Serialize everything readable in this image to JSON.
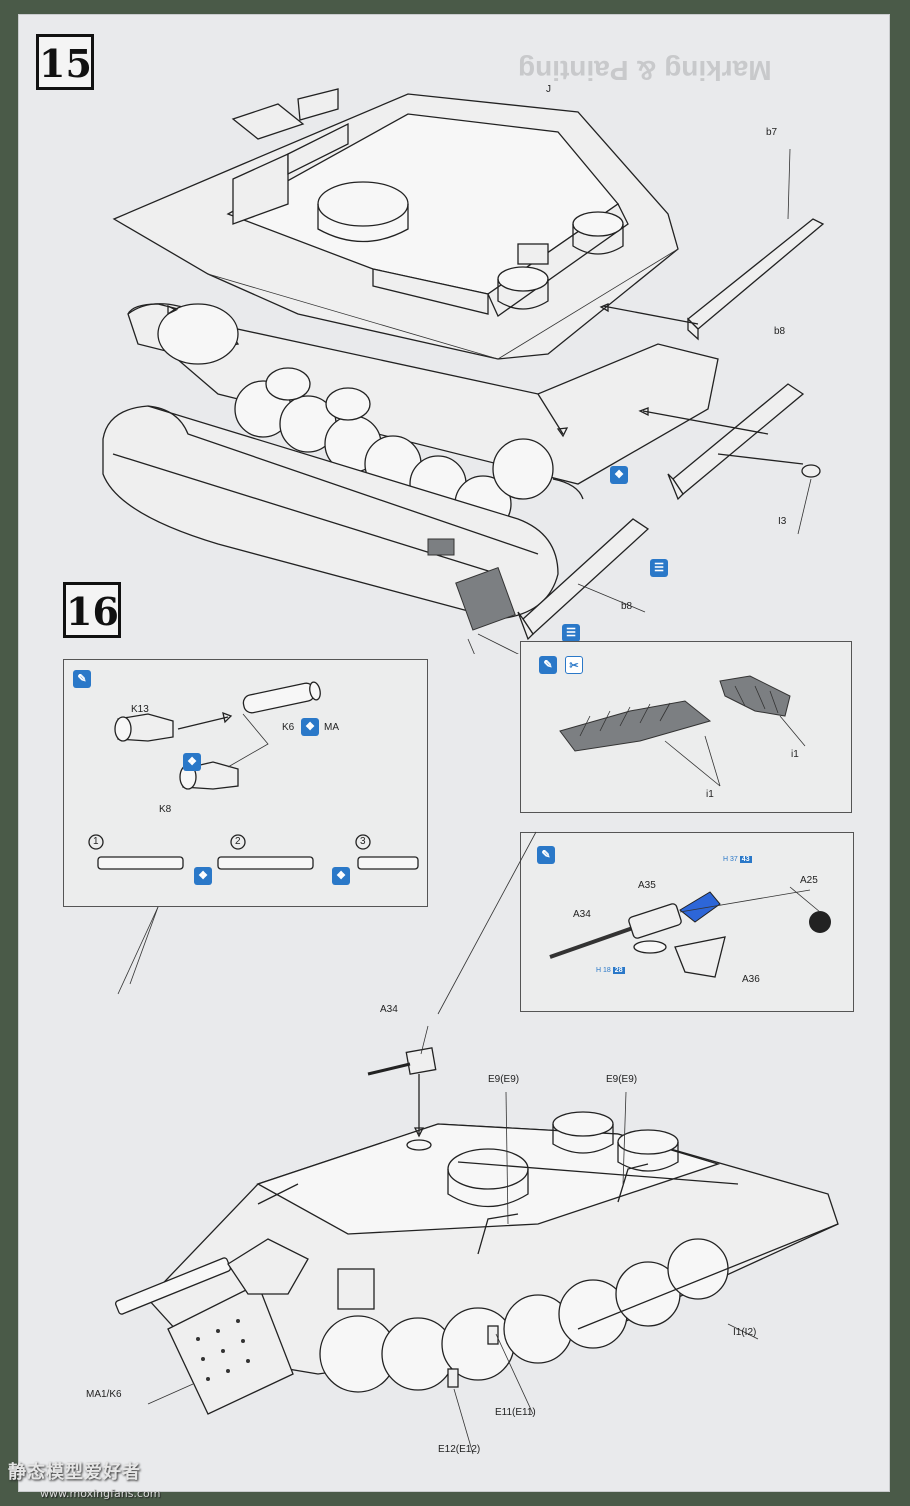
{
  "ghost_text": {
    "heading": "Marking & Painting"
  },
  "steps": {
    "step15": "15",
    "step16": "16"
  },
  "step15_labels": {
    "j": "J",
    "b7": "b7",
    "b8_top": "b8",
    "b8_bottom": "b8",
    "i3": "I3"
  },
  "track_inset": {
    "i1_right": "i1",
    "i1_left": "i1"
  },
  "barrel_inset": {
    "k13": "K13",
    "k6": "K6",
    "ma": "MA",
    "k8": "K8",
    "option1": "1",
    "option2": "2",
    "option3": "3"
  },
  "mg_inset": {
    "a35": "A35",
    "a25": "A25",
    "a34": "A34",
    "a36": "A36",
    "color_top_code": "H 37",
    "color_top_num": "43",
    "color_bottom_code": "H 18",
    "color_bottom_num": "28"
  },
  "step16_labels": {
    "a34": "A34",
    "e9_left": "E9(E9)",
    "e9_right": "E9(E9)",
    "ma1_k6": "MA1/K6",
    "i1_i2": "I1(I2)",
    "e11": "E11(E11)",
    "e12": "E12(E12)"
  },
  "watermark": {
    "text": "静态模型爱好者",
    "url": "www.moxingfans.com"
  },
  "colors": {
    "paper": "#e9eaec",
    "symbol_blue": "#2a78c8",
    "track_gray": "#7c7f82",
    "background": "#4a5a48"
  },
  "icons": [
    "glue-icon",
    "cement-icon",
    "cut-icon",
    "sand-icon",
    "file-icon"
  ]
}
